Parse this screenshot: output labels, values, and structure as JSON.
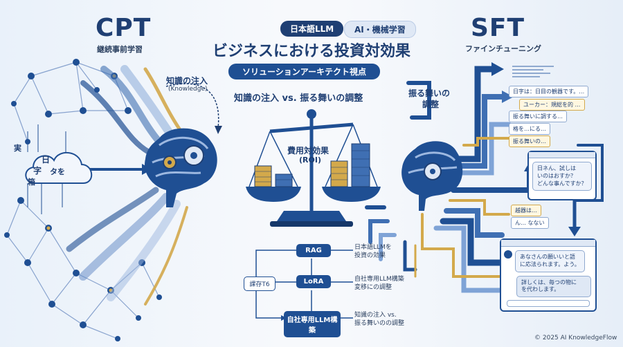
{
  "tags": {
    "japanese_llm": "日本語LLM",
    "ai_ml": "AI・機械学習"
  },
  "header": {
    "title": "ビジネスにおける投資対効果",
    "subtitle": "ソリューションアーキテクト視点"
  },
  "cpt": {
    "title": "CPT",
    "subtitle": "継続事前学習",
    "knowledge_label": "知識の注入",
    "knowledge_en": "(Knowledge)",
    "cloud_chars": [
      "実",
      "日",
      "字",
      "タを",
      "箱"
    ]
  },
  "sft": {
    "title": "SFT",
    "subtitle": "ファインチューニング",
    "behavior_label_1": "振る舞いの",
    "behavior_label_2": "調整",
    "chips": [
      "日字は：日目の観器です。…",
      "ユーカー：規総を的 …",
      "振る舞いに調する…",
      "格を…にる…",
      "振る舞いの…",
      "越器は…",
      "ん… なない"
    ],
    "bubble_1": "日ネん、試しは\nいのはおすか？\nどんな事んですか？",
    "bubble_2": "あなさんの願いいと語\nに応法られます。よう。",
    "bubble_3": "詳しくは、毎つの物に\nを代わします。"
  },
  "center": {
    "compare_title": "知識の注入 vs. 振る舞いの調整",
    "roi_label": "費用対効果",
    "roi_en": "(ROI)",
    "flow": {
      "rag": "RAG",
      "lora": "LoRA",
      "custom": "自社専用LLM構築",
      "left_node": "課存T6",
      "rag_note": "日本語LLMを\n投資の効果",
      "lora_note": "自社専用LLM構築\n変移にの調整",
      "custom_note": "知識の注入 vs.\n振る舞いのの調整"
    }
  },
  "footer": "© 2025 AI KnowledgeFlow",
  "colors": {
    "navy": "#1f3f73",
    "blue": "#1f4f93",
    "gold": "#d3a94b",
    "light": "#dfe8f5"
  }
}
